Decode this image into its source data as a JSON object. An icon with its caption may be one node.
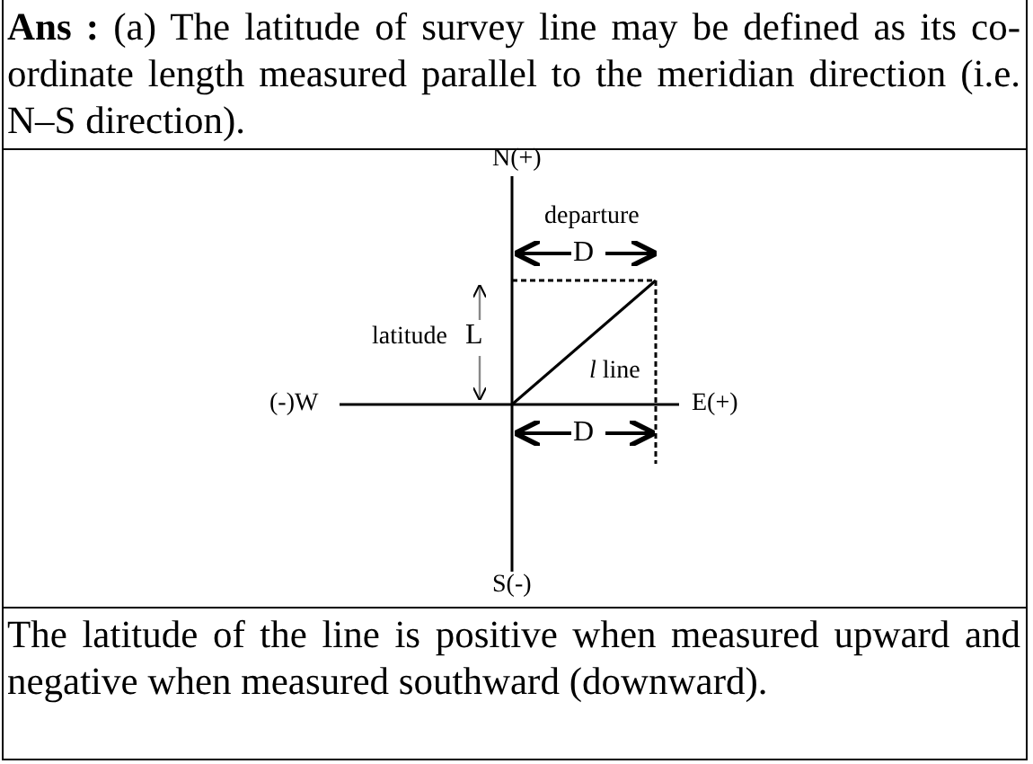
{
  "diagram": {
    "labels": [
      "**Ans :** (a) The latitude of survey line may be defined as its co-ordinate length measured parallel to the meridian direction (i.e. N–S direction).",
      "N(+)",
      "departure",
      "D",
      "latitude",
      "L",
      "*l* line",
      "(-)W",
      "E(+)",
      "D",
      "S(-)",
      "The latitude of the line is positive when measured upward and negative when measured southward (downward)."
    ]
  }
}
